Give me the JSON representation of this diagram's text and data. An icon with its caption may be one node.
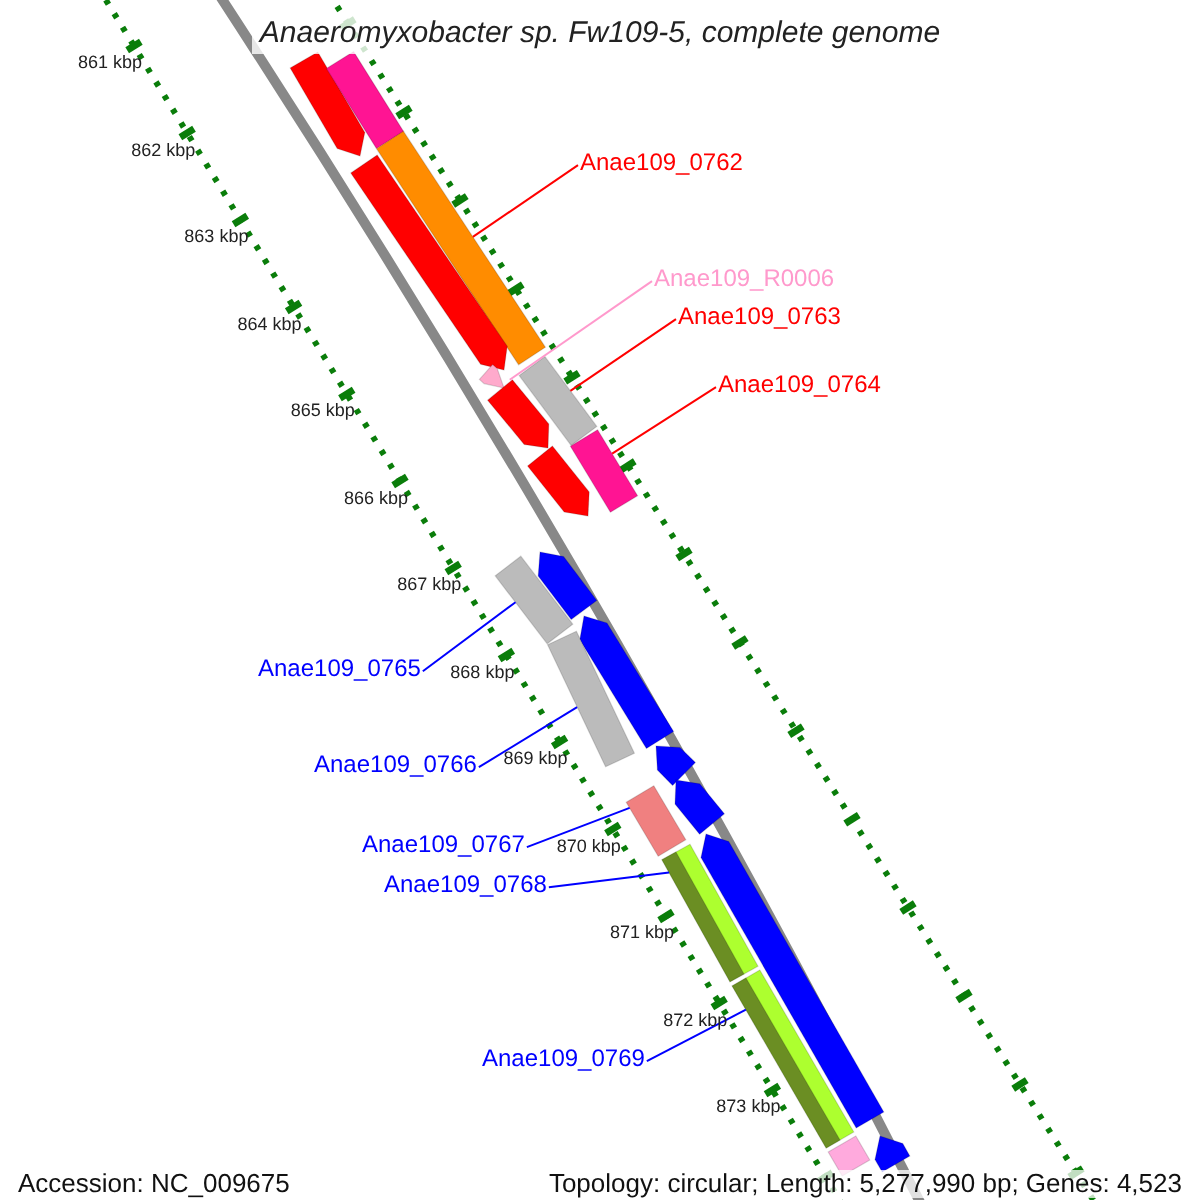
{
  "diagram": {
    "title": "Anaeromyxobacter sp. Fw109-5, complete genome",
    "nodes": [
      {
        "text": [
          "Anae109_0762"
        ]
      },
      {
        "text": [
          "Anae109_R0006"
        ]
      },
      {
        "text": [
          "Anae109_0763"
        ]
      },
      {
        "text": [
          "Anae109_0764"
        ]
      },
      {
        "text": [
          "Anae109_0765"
        ]
      },
      {
        "text": [
          "Anae109_0766"
        ]
      },
      {
        "text": [
          "Anae109_0767"
        ]
      },
      {
        "text": [
          "Anae109_0768"
        ]
      },
      {
        "text": [
          "Anae109_0769"
        ]
      },
      {
        "text": [],
        "shape": "bar"
      },
      {
        "text": [],
        "shape": "bar"
      },
      {
        "text": [],
        "shape": "bar"
      },
      {
        "text": [],
        "shape": "bar"
      },
      {
        "text": [],
        "shape": "bar"
      },
      {
        "text": [],
        "shape": "bar"
      },
      {
        "text": [],
        "shape": "bar"
      },
      {
        "text": [],
        "shape": "bar"
      },
      {
        "text": [],
        "shape": "bar"
      },
      {
        "text": [],
        "shape": "bar"
      },
      {
        "text": [],
        "shape": "bar"
      },
      {
        "text": [],
        "shape": "bar"
      },
      {
        "text": [],
        "shape": "bar"
      },
      {
        "text": [],
        "shape": "bar"
      },
      {
        "text": [],
        "shape": "bar"
      },
      {
        "text": [],
        "shape": "bar"
      },
      {
        "text": [],
        "shape": "bar"
      },
      {
        "text": [],
        "shape": "bar"
      },
      {
        "text": [],
        "shape": "bar"
      },
      {
        "text": [],
        "shape": "bar"
      },
      {
        "text": [],
        "shape": "bar"
      }
    ],
    "edges": [
      {
        "from": 0,
        "to": 11,
        "arrow": "none",
        "color": "#ff0000"
      },
      {
        "from": 1,
        "to": 13,
        "arrow": "none",
        "color": "#ff99cc"
      },
      {
        "from": 2,
        "to": 14,
        "arrow": "none",
        "color": "#ff0000"
      },
      {
        "from": 3,
        "to": 16,
        "arrow": "none",
        "color": "#ff0000"
      },
      {
        "from": 4,
        "to": 19,
        "arrow": "none"
      },
      {
        "from": 5,
        "to": 21,
        "arrow": "none"
      },
      {
        "from": 6,
        "to": 24,
        "arrow": "none"
      },
      {
        "from": 7,
        "to": 26,
        "arrow": "none"
      },
      {
        "from": 8,
        "to": 27,
        "arrow": "none"
      }
    ],
    "labels": [
      "861 kbp",
      "862 kbp",
      "863 kbp",
      "864 kbp",
      "865 kbp",
      "866 kbp",
      "867 kbp",
      "868 kbp",
      "869 kbp",
      "870 kbp",
      "871 kbp",
      "872 kbp",
      "873 kbp",
      "Accession: NC_009675",
      "Topology: circular; Length: 5,277,990 bp; Genes: 4,523"
    ]
  }
}
